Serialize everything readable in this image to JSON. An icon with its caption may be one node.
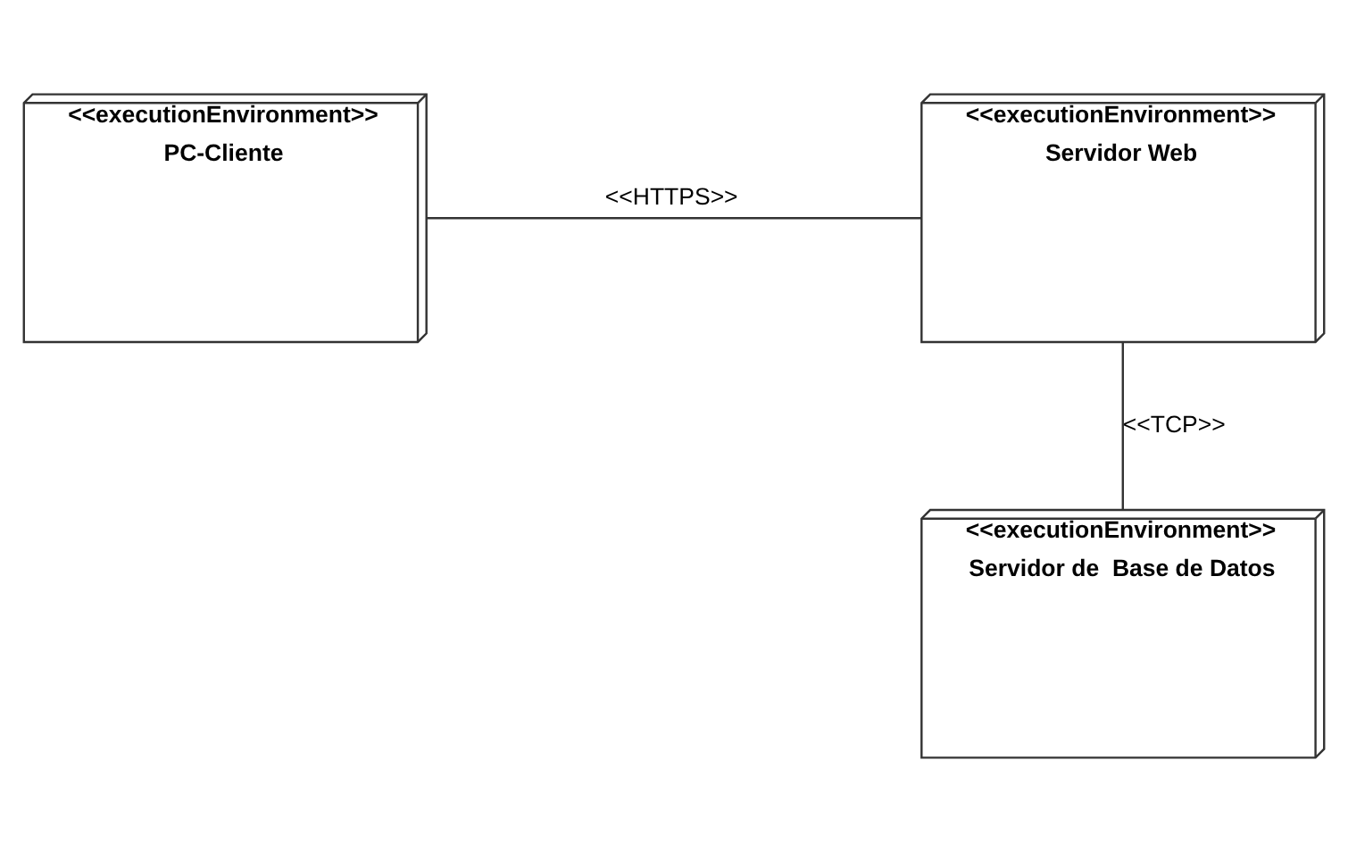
{
  "diagram": {
    "nodes": [
      {
        "text": [
          "<<executionEnvironment>>",
          "PC-Cliente"
        ]
      },
      {
        "text": [
          "<<executionEnvironment>>",
          "Servidor Web"
        ]
      },
      {
        "text": [
          "<<executionEnvironment>>",
          "Servidor de  Base de Datos"
        ]
      }
    ],
    "edges": [
      {
        "from": 0,
        "to": 1,
        "arrow": "none",
        "label": "<<HTTPS>>"
      },
      {
        "from": 1,
        "to": 2,
        "arrow": "none",
        "label": "<<TCP>>"
      }
    ]
  }
}
